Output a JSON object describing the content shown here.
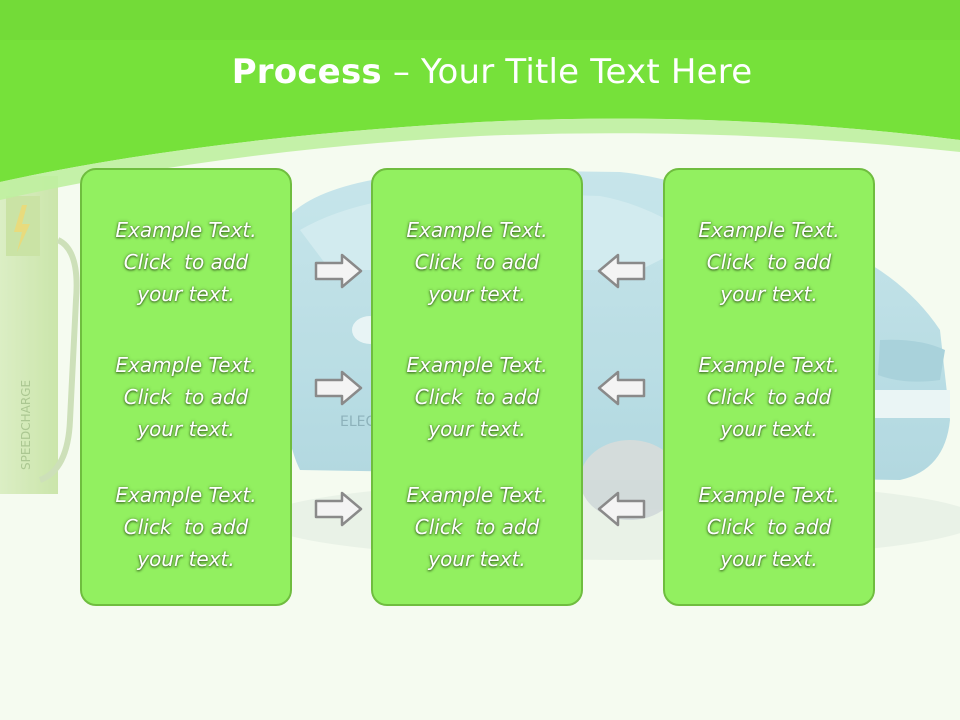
{
  "slide": {
    "title_bold": "Process",
    "title_rest": " – Your Title Text Here",
    "charger_label": "SPEEDCHARGE",
    "car_badge": "ELEC"
  },
  "colors": {
    "header_green": "#7ee83a",
    "panel_fill": "#92f060",
    "panel_border": "#6fbd3f",
    "arrow_fill": "#f4f4f4",
    "arrow_stroke": "#8a8a8a"
  },
  "panels": [
    {
      "texts": [
        "Example Text.\nClick  to add\nyour text.",
        "Example Text.\nClick  to add\nyour text.",
        "Example Text.\nClick  to add\nyour text."
      ]
    },
    {
      "texts": [
        "Example Text.\nClick  to add\nyour text.",
        "Example Text.\nClick  to add\nyour text.",
        "Example Text.\nClick  to add\nyour text."
      ]
    },
    {
      "texts": [
        "Example Text.\nClick  to add\nyour text.",
        "Example Text.\nClick  to add\nyour text.",
        "Example Text.\nClick  to add\nyour text."
      ]
    }
  ],
  "arrows": {
    "left_to_middle": [
      "right",
      "right",
      "right"
    ],
    "right_to_middle": [
      "left",
      "left",
      "left"
    ]
  },
  "icons": {
    "bolt": "lightning-bolt-icon"
  }
}
